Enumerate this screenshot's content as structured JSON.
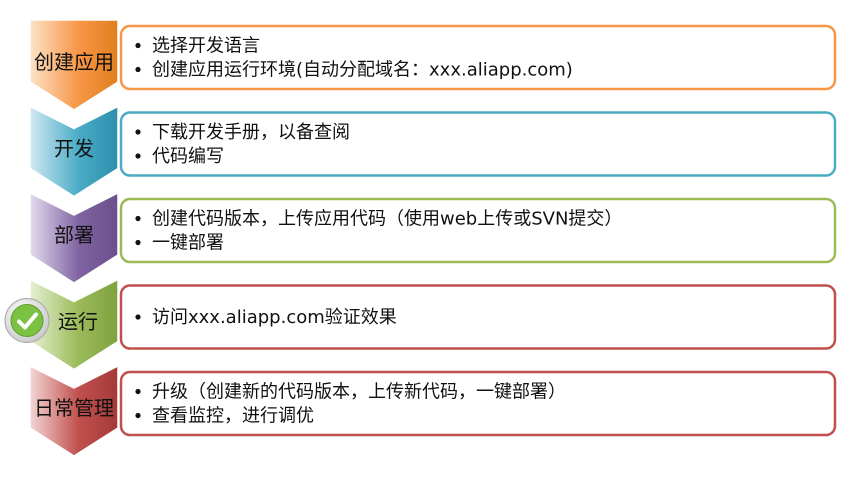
{
  "stages": [
    {
      "label": "创建应用",
      "color": "#f79646",
      "colorLight": "#fde3c8",
      "colorDark": "#e07f1e",
      "items": [
        "选择开发语言",
        "创建应用运行环境(自动分配域名：xxx.aliapp.com)"
      ]
    },
    {
      "label": "开发",
      "color": "#4bacc6",
      "colorLight": "#cfe9f2",
      "colorDark": "#2d8fad",
      "items": [
        "下载开发手册，以备查阅",
        "代码编写"
      ]
    },
    {
      "label": "部署",
      "color": "#8064a2",
      "colorLight": "#e3dbee",
      "colorDark": "#6a4f8c",
      "borderColor": "#9bbb59",
      "items": [
        "创建代码版本，上传应用代码（使用web上传或SVN提交）",
        "一键部署"
      ]
    },
    {
      "label": "运行",
      "color": "#9bbb59",
      "colorLight": "#e6f0d3",
      "colorDark": "#7ea23d",
      "borderColor": "#c0504d",
      "check_icon": "check-circle-icon",
      "items": [
        "访问xxx.aliapp.com验证效果"
      ]
    },
    {
      "label": "日常管理",
      "color": "#c0504d",
      "colorLight": "#f3d6d5",
      "colorDark": "#a33a37",
      "items": [
        "升级（创建新的代码版本，上传新代码，一键部署）",
        "查看监控，进行调优"
      ]
    }
  ]
}
